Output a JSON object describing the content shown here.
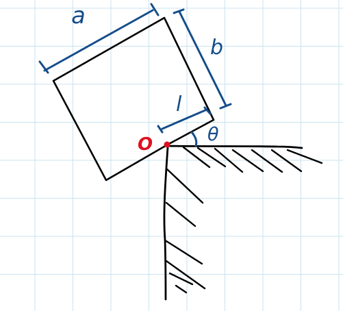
{
  "labels": {
    "side_a": "a",
    "side_b": "b",
    "length_l": "l",
    "point_o": "O",
    "angle": "θ"
  },
  "colors": {
    "grid": "#c9e3ef",
    "ink": "#000000",
    "dimension": "#144d8a",
    "point": "#e01020"
  }
}
